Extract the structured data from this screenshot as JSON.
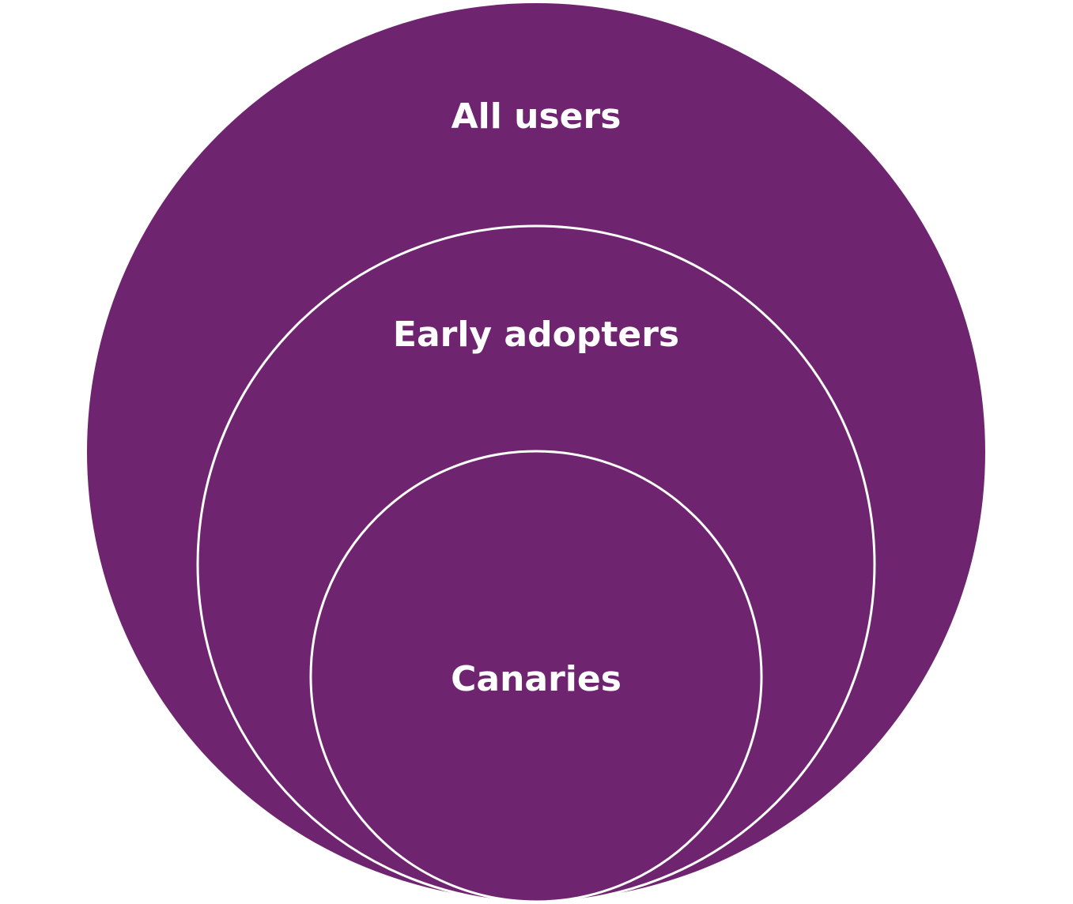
{
  "diagram": {
    "type": "nested-circles",
    "colors": {
      "fill": "#6f2470",
      "stroke": "#ffffff",
      "text": "#ffffff"
    },
    "rings": [
      {
        "label": "All users"
      },
      {
        "label": "Early adopters"
      },
      {
        "label": "Canaries"
      }
    ]
  }
}
